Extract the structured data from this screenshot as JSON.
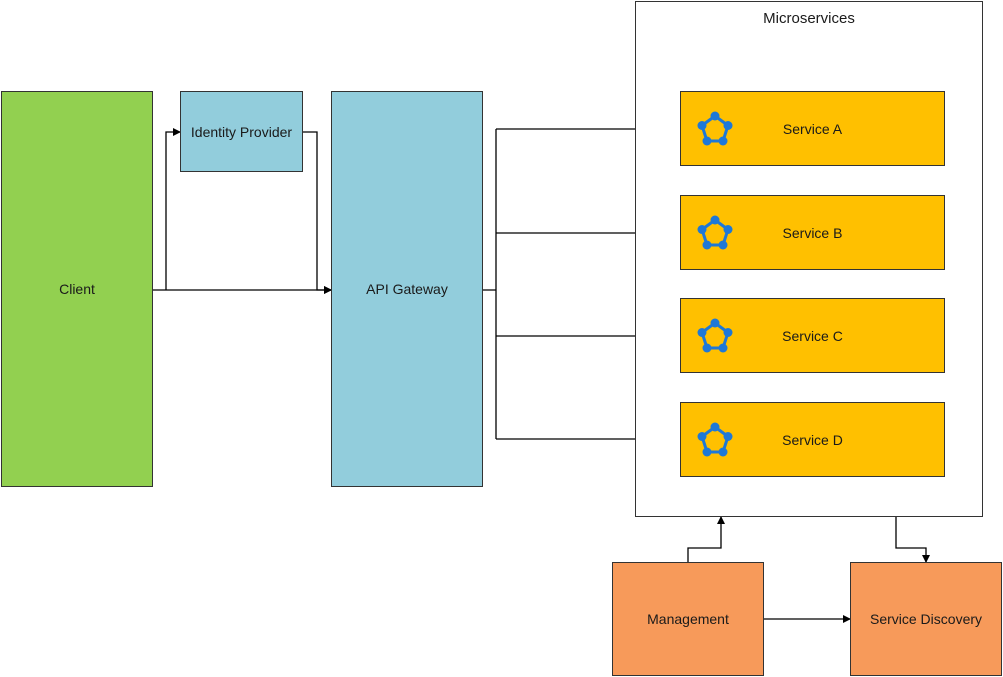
{
  "diagram": {
    "client": "Client",
    "identity_provider": "Identity Provider",
    "api_gateway": "API Gateway",
    "microservices": {
      "title": "Microservices",
      "services": [
        {
          "label": "Service A",
          "icon": "service-node-icon"
        },
        {
          "label": "Service B",
          "icon": "service-node-icon"
        },
        {
          "label": "Service C",
          "icon": "service-node-icon"
        },
        {
          "label": "Service D",
          "icon": "service-node-icon"
        }
      ]
    },
    "management": "Management",
    "service_discovery": "Service Discovery"
  },
  "colors": {
    "client": "#92d050",
    "gateway": "#92cddc",
    "service": "#ffc000",
    "ops": "#f79a5a",
    "icon": "#1e78d7"
  }
}
